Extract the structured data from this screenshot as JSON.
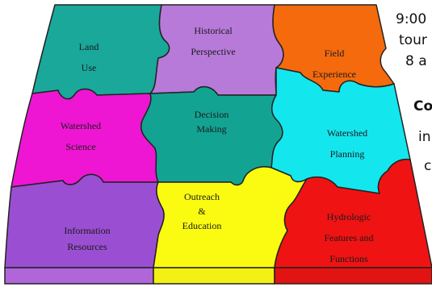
{
  "puzzle": {
    "pieces": [
      {
        "id": "land-use",
        "lines": [
          "Land",
          "Use"
        ],
        "color": "#1aa89a"
      },
      {
        "id": "historical-perspective",
        "lines": [
          "Historical",
          "Perspective"
        ],
        "color": "#b77ad9"
      },
      {
        "id": "field-experience",
        "lines": [
          "Field",
          "Experience"
        ],
        "color": "#f46a0d"
      },
      {
        "id": "watershed-science",
        "lines": [
          "Watershed",
          "Science"
        ],
        "color": "#ee16d2"
      },
      {
        "id": "decision-making",
        "lines": [
          "Decision",
          "Making"
        ],
        "color": "#13a393"
      },
      {
        "id": "watershed-planning",
        "lines": [
          "Watershed",
          "Planning"
        ],
        "color": "#14e6ee"
      },
      {
        "id": "information-resources",
        "lines": [
          "Information",
          "Resources"
        ],
        "color": "#9a4fd2"
      },
      {
        "id": "outreach-education",
        "lines": [
          "Outreach",
          "&",
          "Education"
        ],
        "color": "#fbfb12"
      },
      {
        "id": "hydrologic-features",
        "lines": [
          "Hydrologic",
          "Features and",
          "Functions"
        ],
        "color": "#ef1313"
      }
    ],
    "edge_colors": {
      "left": "#b066d9",
      "middle": "#f3f014",
      "right": "#e11313"
    }
  },
  "side_text": [
    {
      "id": "line-1",
      "text": "9:00"
    },
    {
      "id": "line-2",
      "text": "tour"
    },
    {
      "id": "line-3",
      "text": "8 a"
    },
    {
      "id": "line-4",
      "text": "Co"
    },
    {
      "id": "line-5",
      "text": "in"
    },
    {
      "id": "line-6",
      "text": "c"
    }
  ]
}
